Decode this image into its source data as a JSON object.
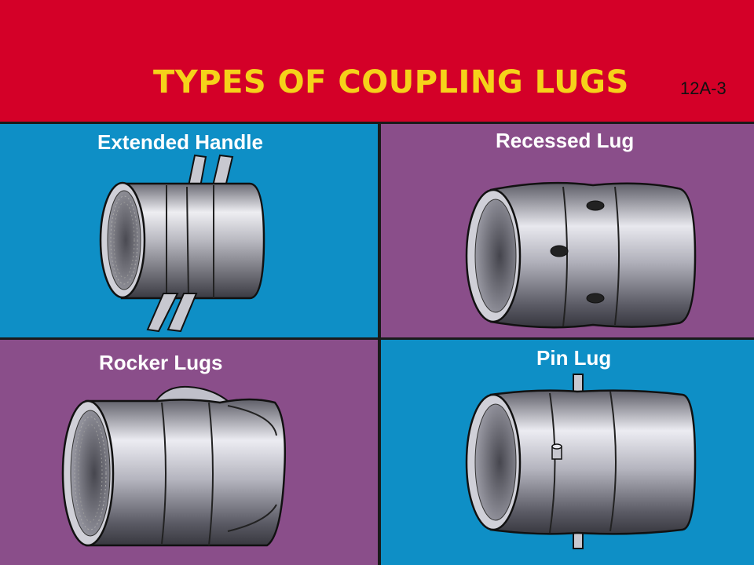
{
  "header": {
    "title": "TYPES OF COUPLING LUGS",
    "code": "12A-3"
  },
  "panels": [
    {
      "label": "Extended Handle"
    },
    {
      "label": "Recessed Lug"
    },
    {
      "label": "Rocker Lugs"
    },
    {
      "label": "Pin Lug"
    }
  ],
  "colors": {
    "header": "#d40028",
    "title": "#f5d21a",
    "blue_panel": "#0e8fc6",
    "purple_panel": "#8a4e8a"
  }
}
